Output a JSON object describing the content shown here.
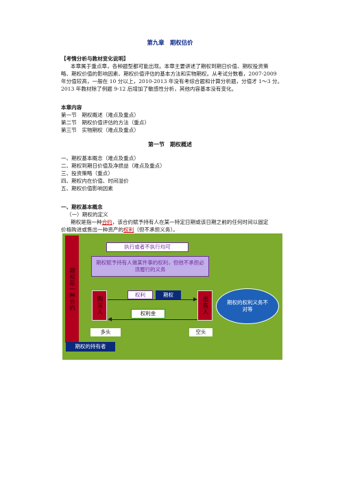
{
  "chapter_title": "第九章　期权估价",
  "analysis": {
    "heading": "【考情分析与教材变化说明】",
    "lines": [
      "本章属于重点章，各种题型都可能出现。本章主要讲述了期权到期日价值、期权投资策",
      "略、期权价值的影响因素、期权价值评估的基本方法和实物期权。从考试分数看，2007-2009",
      "年分值较高，一般在 10 分以上，2010-2013 年没有考综合题和计算分析题，分值才 1～3 分。",
      "2013 年教材除了例题 9-12 后增加了敏感性分析，其他内容基本没有变化。"
    ]
  },
  "contents": {
    "heading": "本章内容",
    "items": [
      "第一节　期权概述（难点及重点）",
      "第二节　期权价值评估的方法（重点）",
      "第三节　实物期权（难点及重点）"
    ]
  },
  "section1": {
    "title": "第一节　期权概述",
    "items": [
      "一、期权基本概念（难点及重点）",
      "二、期权到期日价值及净损益（难点及重点）",
      "三、投资策略（重点）",
      "四、期权内在价值、时间溢价",
      "五、期权价值影响因素"
    ]
  },
  "concept": {
    "heading": "一、期权基本概念",
    "subheading": "（一）期权的定义",
    "definition_part1": "期权是指一种",
    "definition_contract": "合约",
    "definition_part2": "，该合约赋予持有人在某一特定日期或该日期之前的任何时间以固定",
    "definition_line2_part1": "价格购进或售出一种资产的",
    "definition_right": "权利",
    "definition_line2_part2": "（但不承担义务）。"
  },
  "diagram": {
    "exercise_or_not": "执行或者不执行均可",
    "option_is_contract": "期权是一种合约",
    "grant_text": "期权赋予持有人做某件事的权利，但他不承担必须履行的义务",
    "buyer": "购买人",
    "seller": "出售人",
    "right_label": "权利",
    "option_label": "期权",
    "premium_label": "权利金",
    "long_label": "多头",
    "short_label": "空头",
    "holder_label": "期权的持有者",
    "asymmetric": "期权的权利义务不对等",
    "colors": {
      "background": "#7cab2e",
      "red": "#b3001e",
      "navy": "#0b2a7a",
      "lilac": "#c2aee8",
      "purple_text": "#7030a0",
      "blue_oval": "#1f61b8"
    }
  }
}
